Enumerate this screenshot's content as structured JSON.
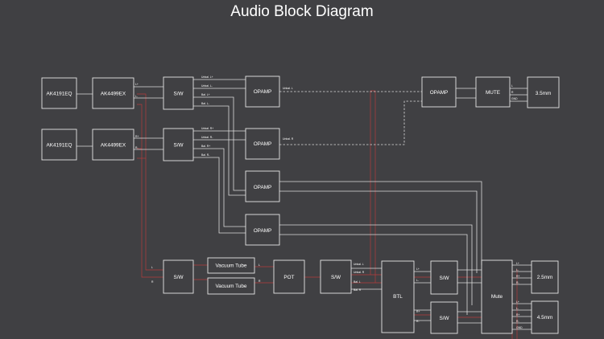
{
  "title": "Audio Block Diagram",
  "blocks": {
    "ak4191eq_top": "AK4191EQ",
    "ak4499ex_top": "AK4499EX",
    "sw_top": "S/W",
    "opamp_1": "OPAMP",
    "opamp_out": "OPAMP",
    "mute_top": "MUTE",
    "jack_35": "3.5mm",
    "ak4191eq_bot": "AK4191EQ",
    "ak4499ex_bot": "AK4499EX",
    "sw_mid": "S/W",
    "opamp_2": "OPAMP",
    "opamp_3": "OPAMP",
    "opamp_4": "OPAMP",
    "sw_tube": "S/W",
    "tube_1": "Vacuum Tube",
    "tube_2": "Vacuum Tube",
    "pot": "POT",
    "sw_pot": "S/W",
    "btl": "BTL",
    "sw_btl_top": "S/W",
    "sw_btl_bot": "S/W",
    "mute_bot": "Mute",
    "jack_25": "2.5mm",
    "jack_45": "4.5mm"
  },
  "labels": {
    "dac1_l_plus": "L+",
    "dac1_l_minus": "L-",
    "dac2_r_plus": "R+",
    "dac2_r_minus": "R-",
    "sw1_unbal_lp": "Unbal. L+",
    "sw1_unbal_lm": "Unbal. L-",
    "sw1_bal_lp": "Bal. L+",
    "sw1_bal_lm": "Bal. L-",
    "sw2_unbal_rp": "Unbal. R+",
    "sw2_unbal_rm": "Unbal. R-",
    "sw2_bal_rp": "Bal. R+",
    "sw2_bal_rm": "Bal. R-",
    "op1_out": "Unbal. L",
    "op2_out": "Unbal. R",
    "mute_l": "L",
    "mute_r": "R",
    "mute_gnd": "GND",
    "swt_l": "L",
    "swt_r": "R",
    "tube1_out": "L",
    "tube2_out": "R",
    "swp_unbal_l": "Unbal. L",
    "swp_unbal_r": "Unbal. R",
    "swp_bal_l": "Bal. L",
    "swp_bal_r": "Bal. R",
    "btl_lp": "L+",
    "btl_lm": "L-",
    "btl_rp": "R+",
    "btl_rm": "R-",
    "m2_lp": "L+",
    "m2_lm": "L-",
    "m2_rp": "R+",
    "m2_rm": "R-",
    "m2_lp2": "L+",
    "m2_lm2": "L-",
    "m2_rp2": "R+",
    "m2_rm2": "R-",
    "m2_gnd": "GND"
  },
  "colors": {
    "background": "#404043",
    "line": "#dcdcdc",
    "red_wire": "#b53b3b",
    "text": "#ffffff"
  }
}
